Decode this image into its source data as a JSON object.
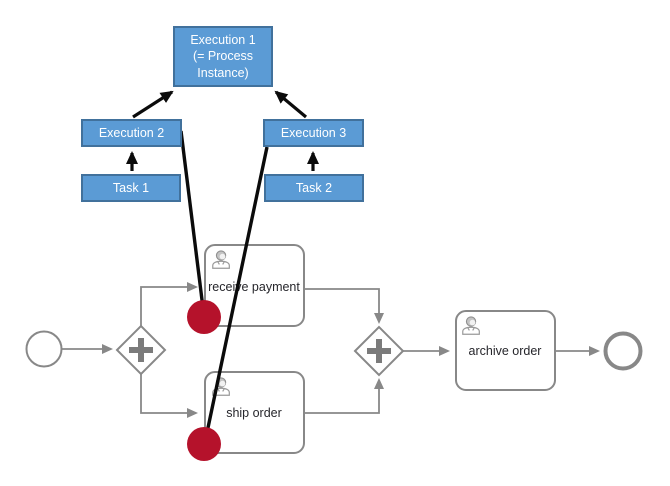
{
  "execution_tree": {
    "nodes": {
      "execution1": "Execution 1\n(= Process\nInstance)",
      "execution2": "Execution 2",
      "execution3": "Execution 3",
      "task1": "Task 1",
      "task2": "Task 2"
    },
    "pointers": [
      "execution2-to-execution1",
      "execution3-to-execution1",
      "task1-to-execution2",
      "task2-to-execution3",
      "execution2-to-token-receive-payment",
      "execution3-to-token-ship-order"
    ]
  },
  "bpmn_process": {
    "tasks": {
      "receive_payment": {
        "label": "receive payment",
        "icon": "user-icon"
      },
      "ship_order": {
        "label": "ship order",
        "icon": "user-icon"
      },
      "archive_order": {
        "label": "archive order",
        "icon": "user-icon"
      }
    },
    "gateways": [
      "parallel-gateway-split",
      "parallel-gateway-join"
    ],
    "events": [
      "start-event",
      "end-event"
    ],
    "tokens": [
      "token-on-receive-payment",
      "token-on-ship-order"
    ]
  },
  "colors": {
    "background": "#FFFFFF",
    "box_fill": "#5B9BD5",
    "box_border": "#41719C",
    "box_text": "#FFFFFF",
    "bpmn_gray": "#888888",
    "plus_gray": "#7B7B7B",
    "task_text": "#26262B",
    "pointer_black": "#0B0B0B",
    "token_red": "#B5122B"
  }
}
